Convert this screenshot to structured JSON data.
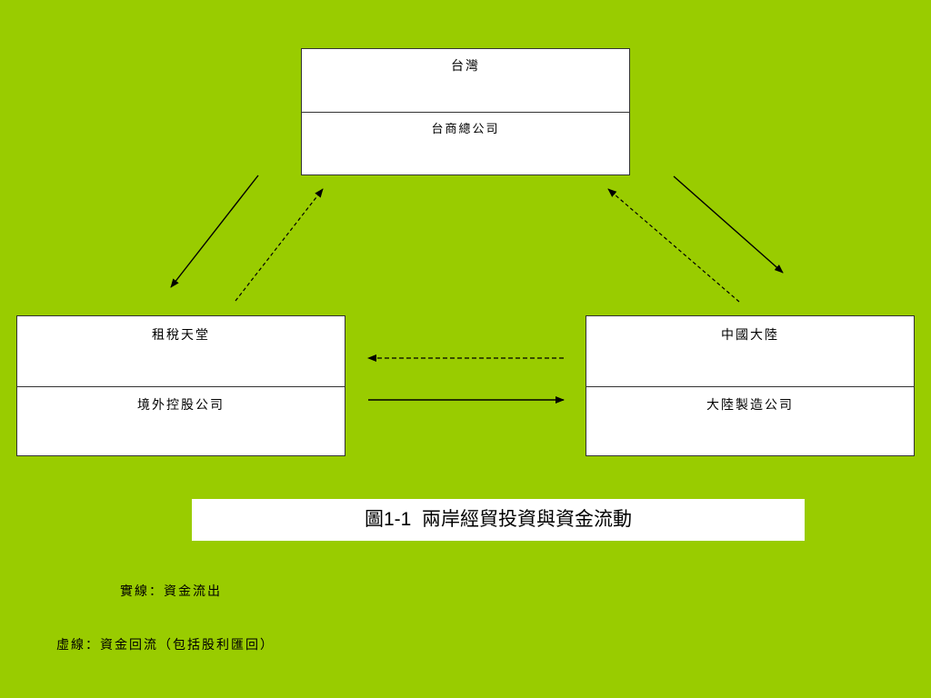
{
  "nodes": {
    "taiwan": {
      "title": "台灣",
      "subtitle": "台商總公司"
    },
    "tax_haven": {
      "title": "租稅天堂",
      "subtitle": "境外控股公司"
    },
    "mainland": {
      "title": "中國大陸",
      "subtitle": "大陸製造公司"
    }
  },
  "caption": "圖1-1  兩岸經貿投資與資金流動",
  "legend": {
    "solid": "實線：資金流出",
    "dashed": "虛線：資金回流（包括股利匯回）"
  },
  "colors": {
    "background": "#99cc00",
    "box": "#ffffff",
    "line": "#000000"
  }
}
